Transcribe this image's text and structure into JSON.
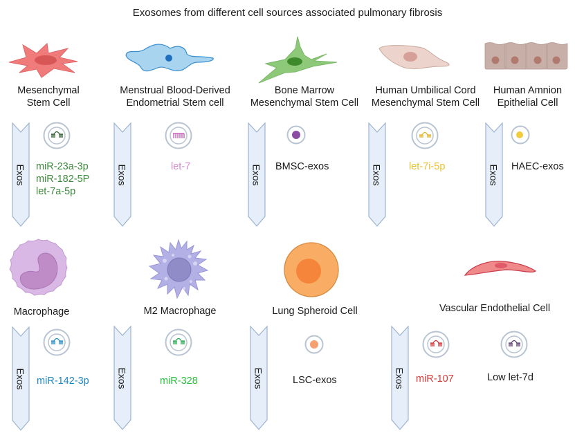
{
  "title": "Exosomes from different cell sources  associated pulmonary fibrosis",
  "exos_label": "Exos",
  "colors": {
    "arrow_fill": "#e6eff9",
    "arrow_stroke": "#9cb3d1",
    "vesicle_ring": "#b8c4d2"
  },
  "row1": [
    {
      "cell": [
        "Mesenchymal",
        "Stem Cell"
      ],
      "cargo": [
        "miR-23a-3p",
        "miR-182-5P",
        "let-7a-5p"
      ],
      "cargo_color": "#3d8a3d",
      "vesicle_icon": "mirna-hairpin-icon",
      "icon_color": "#2c5a2c"
    },
    {
      "cell": [
        "Menstrual Blood-Derived",
        "Endometrial Stem cell"
      ],
      "cargo": [
        "let-7"
      ],
      "cargo_color": "#d38ac9",
      "vesicle_icon": "mirna-comb-icon",
      "icon_color": "#c94fb8"
    },
    {
      "cell": [
        "Bone Marrow",
        "Mesenchymal Stem Cell"
      ],
      "cargo": [
        "BMSC-exos"
      ],
      "cargo_color": "#1a1a1a",
      "vesicle_icon": "exosome-dot-icon",
      "icon_color": "#8a4da3"
    },
    {
      "cell": [
        "Human Umbilical Cord",
        "Mesenchymal Stem Cell"
      ],
      "cargo": [
        "let-7i-5p"
      ],
      "cargo_color": "#e8c22e",
      "vesicle_icon": "mirna-hairpin-icon",
      "icon_color": "#e0b020"
    },
    {
      "cell": [
        "Human Amnion",
        "Epithelial Cell"
      ],
      "cargo": [
        "HAEC-exos"
      ],
      "cargo_color": "#1a1a1a",
      "vesicle_icon": "exosome-dot-icon",
      "icon_color": "#f2cc3c"
    }
  ],
  "row2": [
    {
      "cell": [
        "Macrophage"
      ],
      "cargo": [
        "miR-142-3p"
      ],
      "cargo_color": "#1f87c2",
      "vesicle_icon": "mirna-hairpin-icon",
      "icon_color": "#1f87c2"
    },
    {
      "cell": [
        "M2 Macrophage"
      ],
      "cargo": [
        "miR-328"
      ],
      "cargo_color": "#2bbf3a",
      "vesicle_icon": "mirna-hairpin-icon",
      "icon_color": "#21a84a"
    },
    {
      "cell": [
        "Lung Spheroid Cell"
      ],
      "cargo": [
        "LSC-exos"
      ],
      "cargo_color": "#1a1a1a",
      "vesicle_icon": "exosome-dot-icon",
      "icon_color": "#f5a070"
    },
    {
      "cell": [
        "Vascular Endothelial Cell"
      ],
      "cargo": [
        "miR-107",
        "Low let-7d"
      ],
      "cargo_colors": [
        "#d63a3a",
        "#1a1a1a"
      ],
      "vesicle_icons": [
        "mirna-hairpin-icon",
        "mirna-hairpin-icon"
      ],
      "icon_colors": [
        "#d32f2f",
        "#5a3a70"
      ]
    }
  ]
}
